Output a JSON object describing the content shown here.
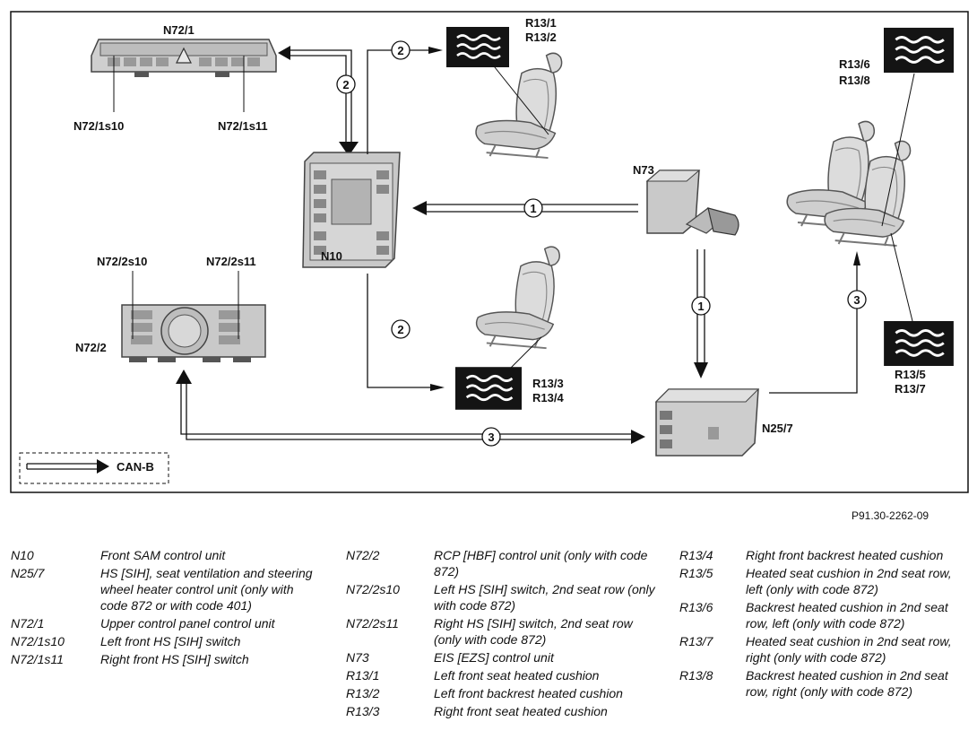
{
  "components": {
    "n72_1": "N72/1",
    "n72_1s10": "N72/1s10",
    "n72_1s11": "N72/1s11",
    "r13_1": "R13/1",
    "r13_2": "R13/2",
    "r13_6": "R13/6",
    "r13_8": "R13/8",
    "n73": "N73",
    "n10": "N10",
    "n72_2s10": "N72/2s10",
    "n72_2s11": "N72/2s11",
    "n72_2": "N72/2",
    "r13_3": "R13/3",
    "r13_4": "R13/4",
    "r13_5": "R13/5",
    "r13_7": "R13/7",
    "n25_7": "N25/7"
  },
  "connections": {
    "one": "1",
    "two": "2",
    "three": "3"
  },
  "key_label": "CAN-B",
  "figure_ref": "P91.30-2262-09",
  "legend": {
    "col1": [
      {
        "code": "N10",
        "desc": "Front SAM control unit"
      },
      {
        "code": "N25/7",
        "desc": "HS [SIH], seat ventilation and steering wheel heater control unit (only with code 872 or with code 401)"
      },
      {
        "code": "N72/1",
        "desc": "Upper control panel control unit"
      },
      {
        "code": "N72/1s10",
        "desc": "Left front HS [SIH] switch"
      },
      {
        "code": "N72/1s11",
        "desc": "Right front HS [SIH] switch"
      }
    ],
    "col2": [
      {
        "code": "N72/2",
        "desc": "RCP [HBF] control unit (only with code 872)"
      },
      {
        "code": "N72/2s10",
        "desc": "Left HS [SIH] switch, 2nd seat row (only with code 872)"
      },
      {
        "code": "N72/2s11",
        "desc": "Right HS [SIH] switch, 2nd seat row (only with code 872)"
      },
      {
        "code": "N73",
        "desc": "EIS [EZS] control unit"
      },
      {
        "code": "R13/1",
        "desc": "Left front seat heated cushion"
      },
      {
        "code": "R13/2",
        "desc": "Left front backrest heated cushion"
      },
      {
        "code": "R13/3",
        "desc": "Right front seat heated cushion"
      }
    ],
    "col3": [
      {
        "code": "R13/4",
        "desc": "Right front backrest heated cushion"
      },
      {
        "code": "R13/5",
        "desc": "Heated seat cushion in 2nd seat row, left (only with code 872)"
      },
      {
        "code": "R13/6",
        "desc": "Backrest heated cushion in 2nd seat row, left (only with code 872)"
      },
      {
        "code": "R13/7",
        "desc": "Heated seat cushion in 2nd seat row, right (only with code 872)"
      },
      {
        "code": "R13/8",
        "desc": "Backrest heated cushion in 2nd seat row, right (only with code 872)"
      }
    ]
  }
}
